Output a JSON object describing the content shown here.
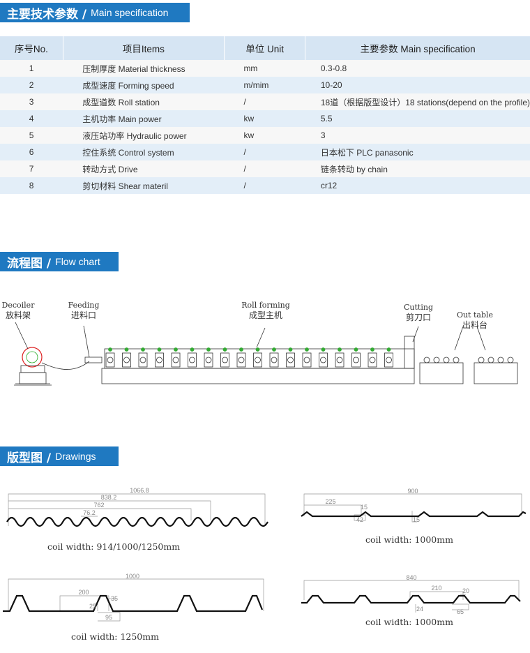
{
  "spec_section": {
    "title_cn": "主要技术参数 /",
    "title_en": "Main specification"
  },
  "spec_table": {
    "headers": [
      "序号No.",
      "项目Items",
      "单位 Unit",
      "主要参数 Main specification"
    ],
    "rows": [
      [
        "1",
        "压制厚度 Material thickness",
        "mm",
        "0.3-0.8"
      ],
      [
        "2",
        "成型速度 Forming speed",
        "m/mim",
        "10-20"
      ],
      [
        "3",
        "成型道数 Roll station",
        "/",
        "18道（根据版型设计）18 stations(depend on the profile)"
      ],
      [
        "4",
        "主机功率 Main power",
        "kw",
        "5.5"
      ],
      [
        "5",
        "液压站功率 Hydraulic power",
        "kw",
        "3"
      ],
      [
        "6",
        "控住系统 Control system",
        "/",
        "日本松下 PLC panasonic"
      ],
      [
        "7",
        "转动方式 Drive",
        "/",
        "链条转动 by chain"
      ],
      [
        "8",
        "剪切材料 Shear materil",
        "/",
        "cr12"
      ]
    ]
  },
  "flow_section": {
    "title_cn": "流程图 /",
    "title_en": "Flow chart"
  },
  "flow_labels": {
    "decoiler_en": "Decoiler",
    "decoiler_cn": "放料架",
    "feeding_en": "Feeding",
    "feeding_cn": "进料口",
    "roll_en": "Roll forming",
    "roll_cn": "成型主机",
    "cutting_en": "Cutting",
    "cutting_cn": "剪刀口",
    "out_en": "Out table",
    "out_cn": "出料台"
  },
  "drawings_section": {
    "title_cn": "版型图 /",
    "title_en": "Drawings"
  },
  "drawings": {
    "d1": {
      "dims": [
        "1066.8",
        "838.2",
        "762",
        "76.2"
      ],
      "coil": "coil width: 914/1000/1250mm"
    },
    "d2": {
      "dims": [
        "900",
        "225",
        "15",
        "42",
        "15"
      ],
      "coil": "coil width: 1000mm"
    },
    "d3": {
      "dims": [
        "1000",
        "200",
        "35",
        "25",
        "95"
      ],
      "coil": "coil width: 1250mm"
    },
    "d4": {
      "dims": [
        "840",
        "210",
        "20",
        "24",
        "65"
      ],
      "coil": "coil width: 1000mm"
    }
  }
}
